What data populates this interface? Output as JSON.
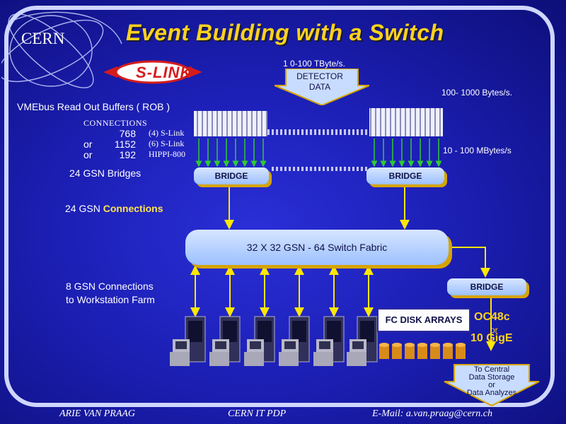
{
  "slide": {
    "logo_text": "CERN",
    "title": "Event Building with a Switch",
    "slink_label": "S-LINK",
    "detector": {
      "rate": "1 0-100 TByte/s.",
      "label_line1": "DETECTOR",
      "label_line2": "DATA"
    },
    "rate_bytes": "100- 1000 Bytes/s.",
    "rate_mbytes": "10 - 100 MBytes/s",
    "rob_label": "VMEbus Read Out Buffers ( ROB )",
    "connections": {
      "header": "CONNECTIONS",
      "rows": [
        {
          "prefix": "",
          "count": "768",
          "desc": "(4) S-Link"
        },
        {
          "prefix": "or",
          "count": "1152",
          "desc": "(6) S-Link"
        },
        {
          "prefix": "or",
          "count": "192",
          "desc": "HIPPI-800"
        }
      ]
    },
    "gsn_bridges": "24 GSN Bridges",
    "bridge_label": "BRIDGE",
    "gsn_connections_prefix": "24  GSN ",
    "gsn_connections_word": "Connections",
    "switch_label": "32 X 32  GSN - 64  Switch Fabric",
    "workstation_line1": "8 GSN Connections",
    "workstation_line2": "to Workstation Farm",
    "fc_disk": "FC DISK ARRAYS",
    "oc48c": "OC48c",
    "or_word": "or",
    "gige": "10 GigE",
    "central_line1": "To Central",
    "central_line2": "Data Storage",
    "central_line3": "or",
    "central_line4": "Data Analyzes"
  },
  "footer": {
    "author": "ARIE  VAN  PRAAG",
    "dept": "CERN   IT  PDP",
    "email": "E-Mail:  a.van.praag@cern.ch"
  },
  "colors": {
    "background": "#1c1fb4",
    "title": "#ffd21e",
    "arrow": "#ffe700",
    "link_red": "#d51c1c",
    "highlight": "#ffe54d"
  }
}
